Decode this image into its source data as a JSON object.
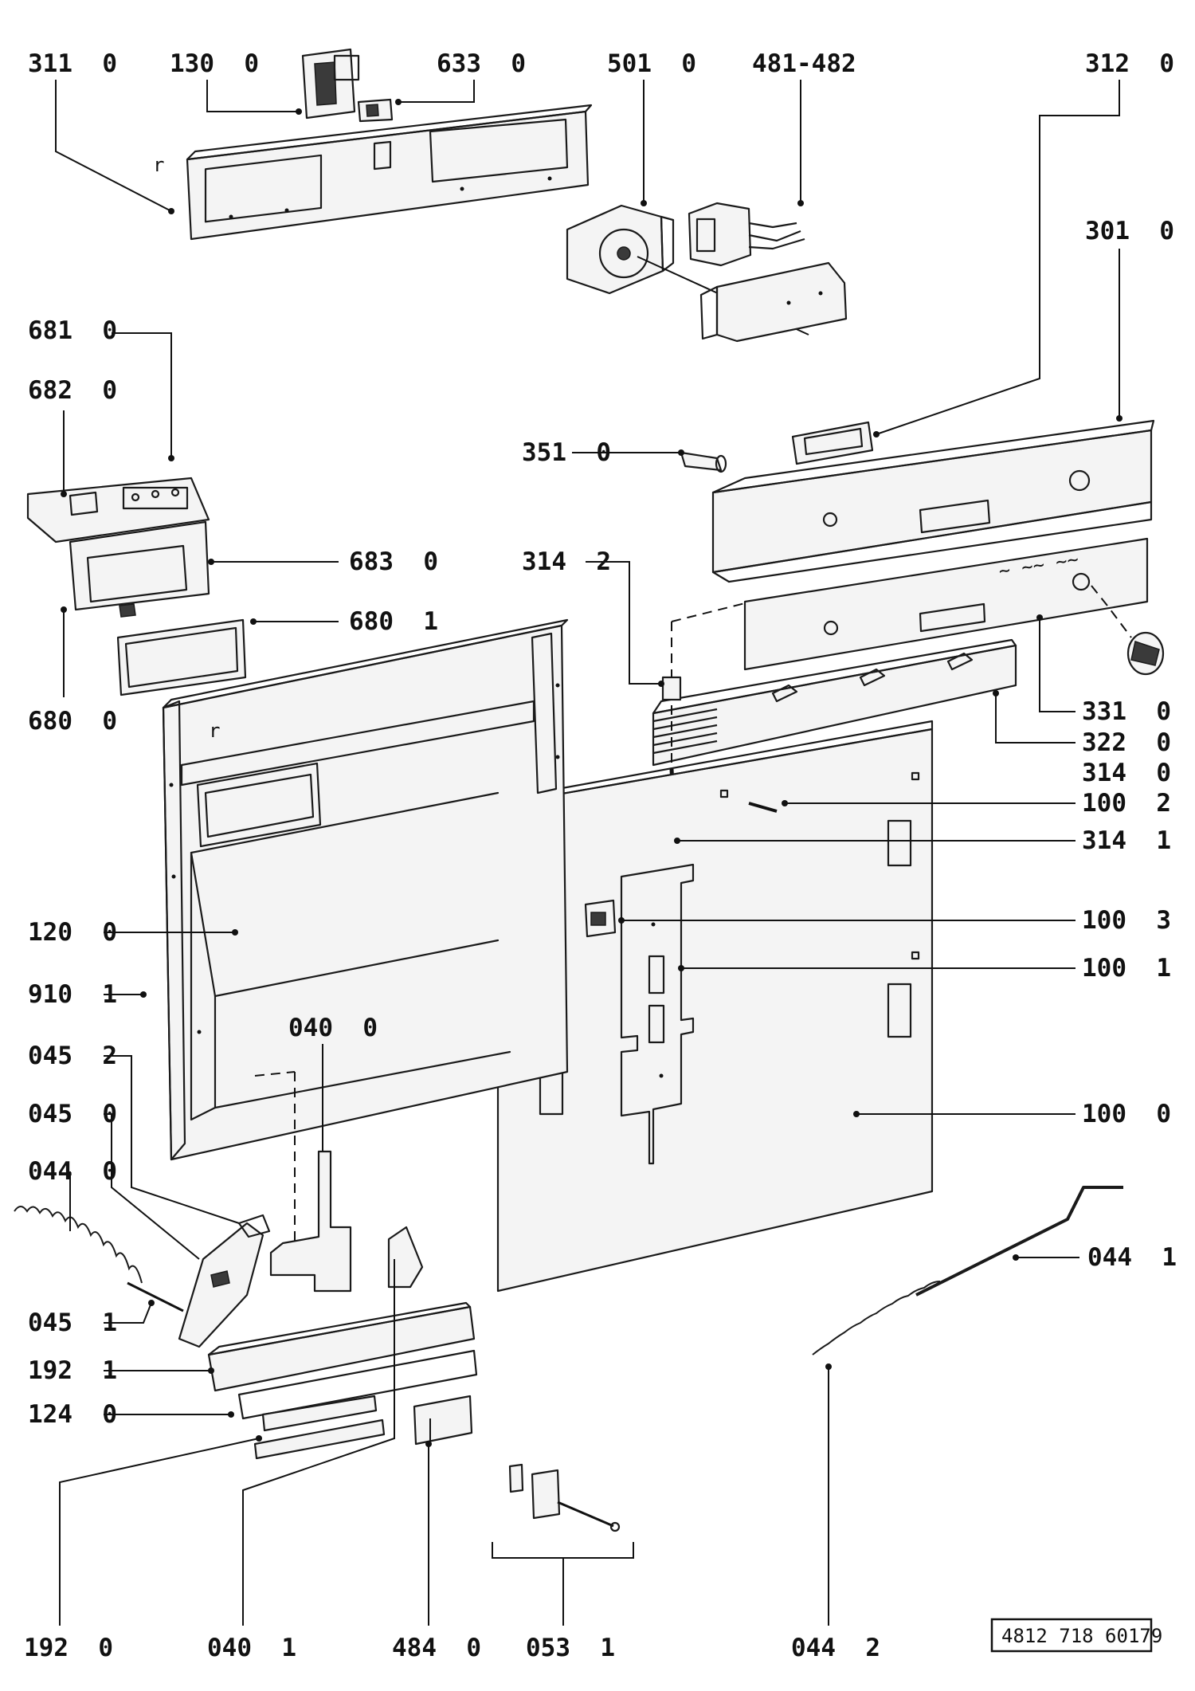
{
  "callouts": [
    {
      "id": "311-0",
      "text": "311  0"
    },
    {
      "id": "130-0",
      "text": "130  0"
    },
    {
      "id": "633-0",
      "text": "633  0"
    },
    {
      "id": "501-0",
      "text": "501  0"
    },
    {
      "id": "481-482",
      "text": "481-482"
    },
    {
      "id": "312-0",
      "text": "312  0"
    },
    {
      "id": "301-0",
      "text": "301  0"
    },
    {
      "id": "681-0",
      "text": "681  0"
    },
    {
      "id": "682-0",
      "text": "682  0"
    },
    {
      "id": "351-0",
      "text": "351  0"
    },
    {
      "id": "683-0",
      "text": "683  0"
    },
    {
      "id": "314-2",
      "text": "314  2"
    },
    {
      "id": "680-1",
      "text": "680  1"
    },
    {
      "id": "680-0",
      "text": "680  0"
    },
    {
      "id": "331-0",
      "text": "331  0"
    },
    {
      "id": "322-0",
      "text": "322  0"
    },
    {
      "id": "314-0",
      "text": "314  0"
    },
    {
      "id": "100-2",
      "text": "100  2"
    },
    {
      "id": "314-1",
      "text": "314  1"
    },
    {
      "id": "100-3",
      "text": "100  3"
    },
    {
      "id": "120-0",
      "text": "120  0"
    },
    {
      "id": "100-1",
      "text": "100  1"
    },
    {
      "id": "910-1",
      "text": "910  1"
    },
    {
      "id": "040-0",
      "text": "040  0"
    },
    {
      "id": "045-2",
      "text": "045  2"
    },
    {
      "id": "045-0",
      "text": "045  0"
    },
    {
      "id": "100-0",
      "text": "100  0"
    },
    {
      "id": "044-0",
      "text": "044  0"
    },
    {
      "id": "044-1",
      "text": "044  1"
    },
    {
      "id": "045-1",
      "text": "045  1"
    },
    {
      "id": "192-1",
      "text": "192  1"
    },
    {
      "id": "124-0",
      "text": "124  0"
    },
    {
      "id": "192-0",
      "text": "192  0"
    },
    {
      "id": "040-1",
      "text": "040  1"
    },
    {
      "id": "484-0",
      "text": "484  0"
    },
    {
      "id": "053-1",
      "text": "053  1"
    },
    {
      "id": "044-2",
      "text": "044  2"
    }
  ],
  "reference_number": "4812 718 60179",
  "side_marks": [
    "r",
    "r"
  ]
}
